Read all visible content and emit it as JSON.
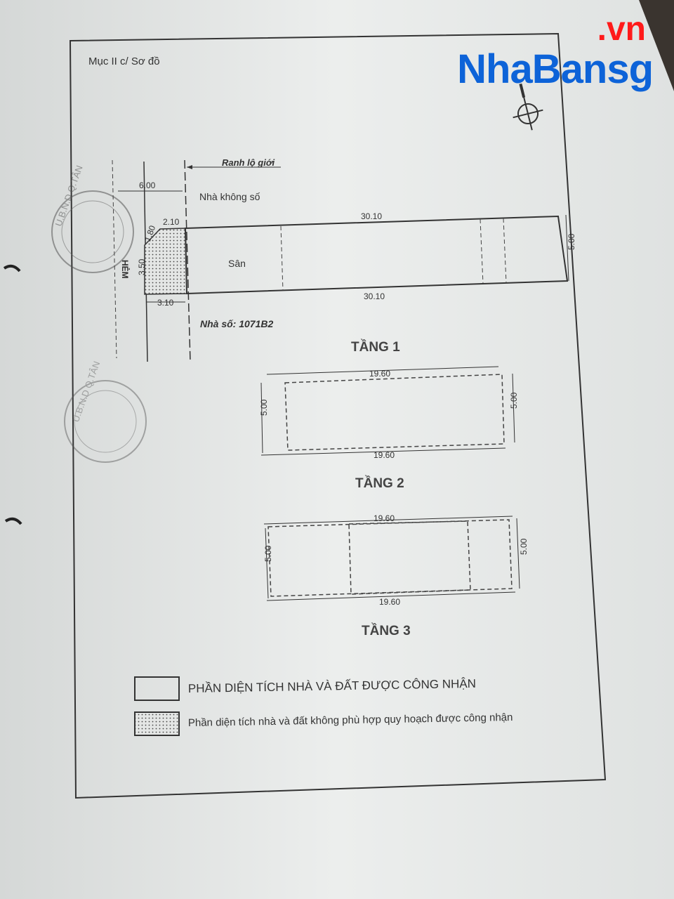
{
  "header": {
    "section": "Mục II c/ Sơ đồ"
  },
  "watermark": {
    "brand": "NhaBansg",
    "tld": ".vn"
  },
  "site": {
    "boundary_label": "Ranh lộ giới",
    "road_width": "6.00",
    "neighbor_top": "Nhà không số",
    "neighbor_bottom": "Nhà số: 1071B2",
    "alley": "HẺM",
    "yard": "Sân",
    "dim_front_top": "2.10",
    "dim_chamfer": "1.80",
    "dim_front_side": "3.50",
    "dim_front_bottom": "3.10",
    "dim_length_top": "30.10",
    "dim_length_bottom": "30.10",
    "dim_width": "5.00"
  },
  "floors": [
    {
      "title": "TẦNG 1"
    },
    {
      "title": "TẦNG 2",
      "len_top": "19.60",
      "len_bottom": "19.60",
      "width_left": "5.00",
      "width_right": "5.00"
    },
    {
      "title": "TẦNG 3",
      "len_top": "19.60",
      "len_bottom": "19.60",
      "width_left": "5.00",
      "width_right": "5.00"
    }
  ],
  "legend": {
    "recognized": "PHẦN DIỆN TÍCH NHÀ VÀ ĐẤT ĐƯỢC CÔNG NHẬN",
    "not_compliant": "Phần diện tích nhà và đất không phù hợp quy hoạch được công nhận"
  }
}
